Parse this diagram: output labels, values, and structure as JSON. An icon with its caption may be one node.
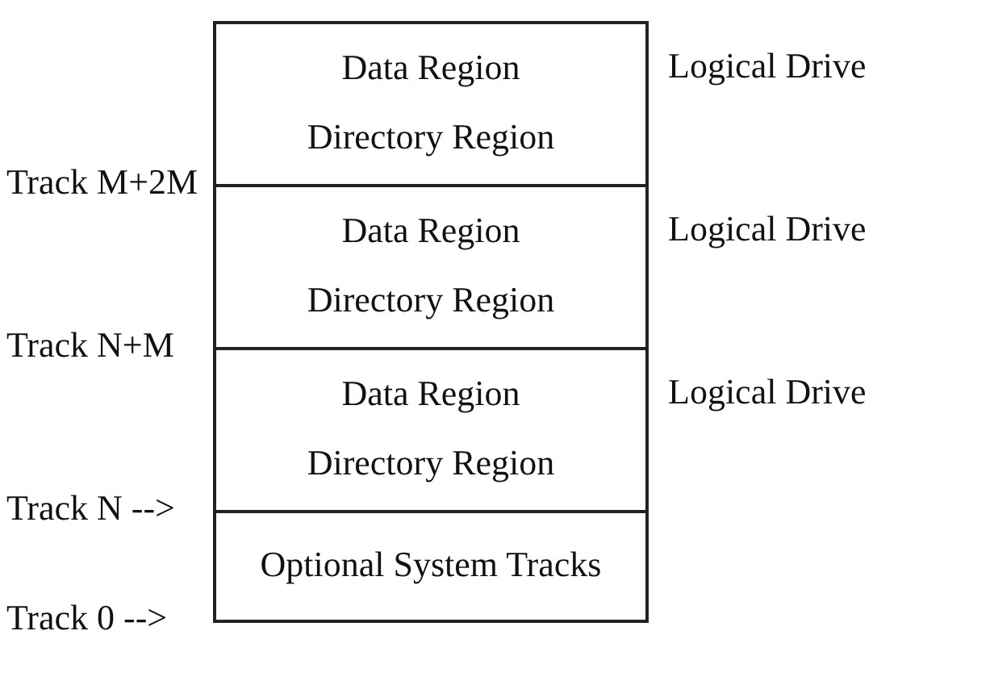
{
  "diagram": {
    "nodes": [
      {
        "text": [
          "Data Region",
          "Directory Region"
        ],
        "beside": [
          "Logical Drive"
        ]
      },
      {
        "text": [
          "Data Region",
          "Directory Region"
        ],
        "beside": [
          "Logical Drive"
        ]
      },
      {
        "text": [
          "Data Region",
          "Directory Region"
        ],
        "beside": [
          "Logical Drive"
        ]
      },
      {
        "text": [
          "Optional System Tracks"
        ]
      }
    ],
    "labels": [
      "Track M+2M",
      "Track N+M",
      "Track N -->",
      "Track 0 -->"
    ]
  }
}
